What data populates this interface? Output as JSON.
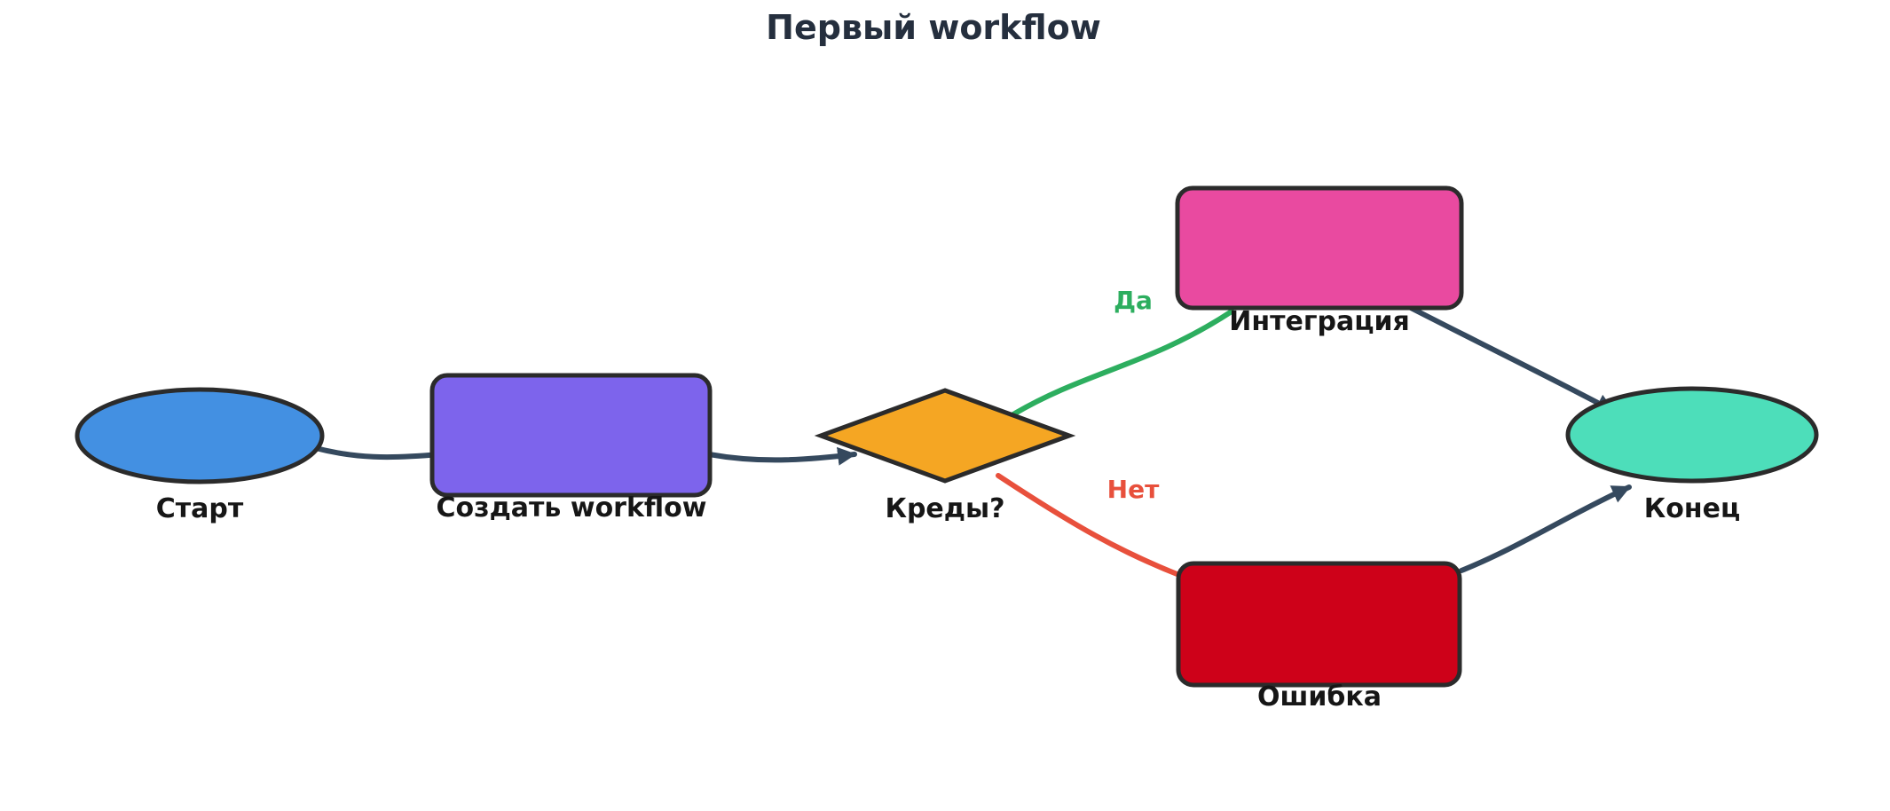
{
  "title": "Первый workflow",
  "colors": {
    "title_text": "#252f3e",
    "node_border": "#2b2b2b",
    "label_text": "#161616",
    "edge_default": "#35495e",
    "edge_yes": "#2dae5f",
    "edge_no": "#e8503c"
  },
  "nodes": {
    "start": {
      "label": "Старт",
      "shape": "ellipse",
      "fill": "#4390e2"
    },
    "create": {
      "label": "Создать workflow",
      "shape": "rounded-rect",
      "fill": "#7d64ec"
    },
    "creds": {
      "label": "Креды?",
      "shape": "diamond",
      "fill": "#f5a623"
    },
    "integration": {
      "label": "Интеграция",
      "shape": "rounded-rect",
      "fill": "#e94aa0"
    },
    "error": {
      "label": "Ошибка",
      "shape": "rounded-rect",
      "fill": "#ce0119"
    },
    "end": {
      "label": "Конец",
      "shape": "ellipse",
      "fill": "#4ddeba"
    }
  },
  "edges": [
    {
      "from": "start",
      "to": "create",
      "label": ""
    },
    {
      "from": "create",
      "to": "creds",
      "label": ""
    },
    {
      "from": "creds",
      "to": "integration",
      "label": "Да"
    },
    {
      "from": "creds",
      "to": "error",
      "label": "Нет"
    },
    {
      "from": "integration",
      "to": "end",
      "label": ""
    },
    {
      "from": "error",
      "to": "end",
      "label": ""
    }
  ]
}
